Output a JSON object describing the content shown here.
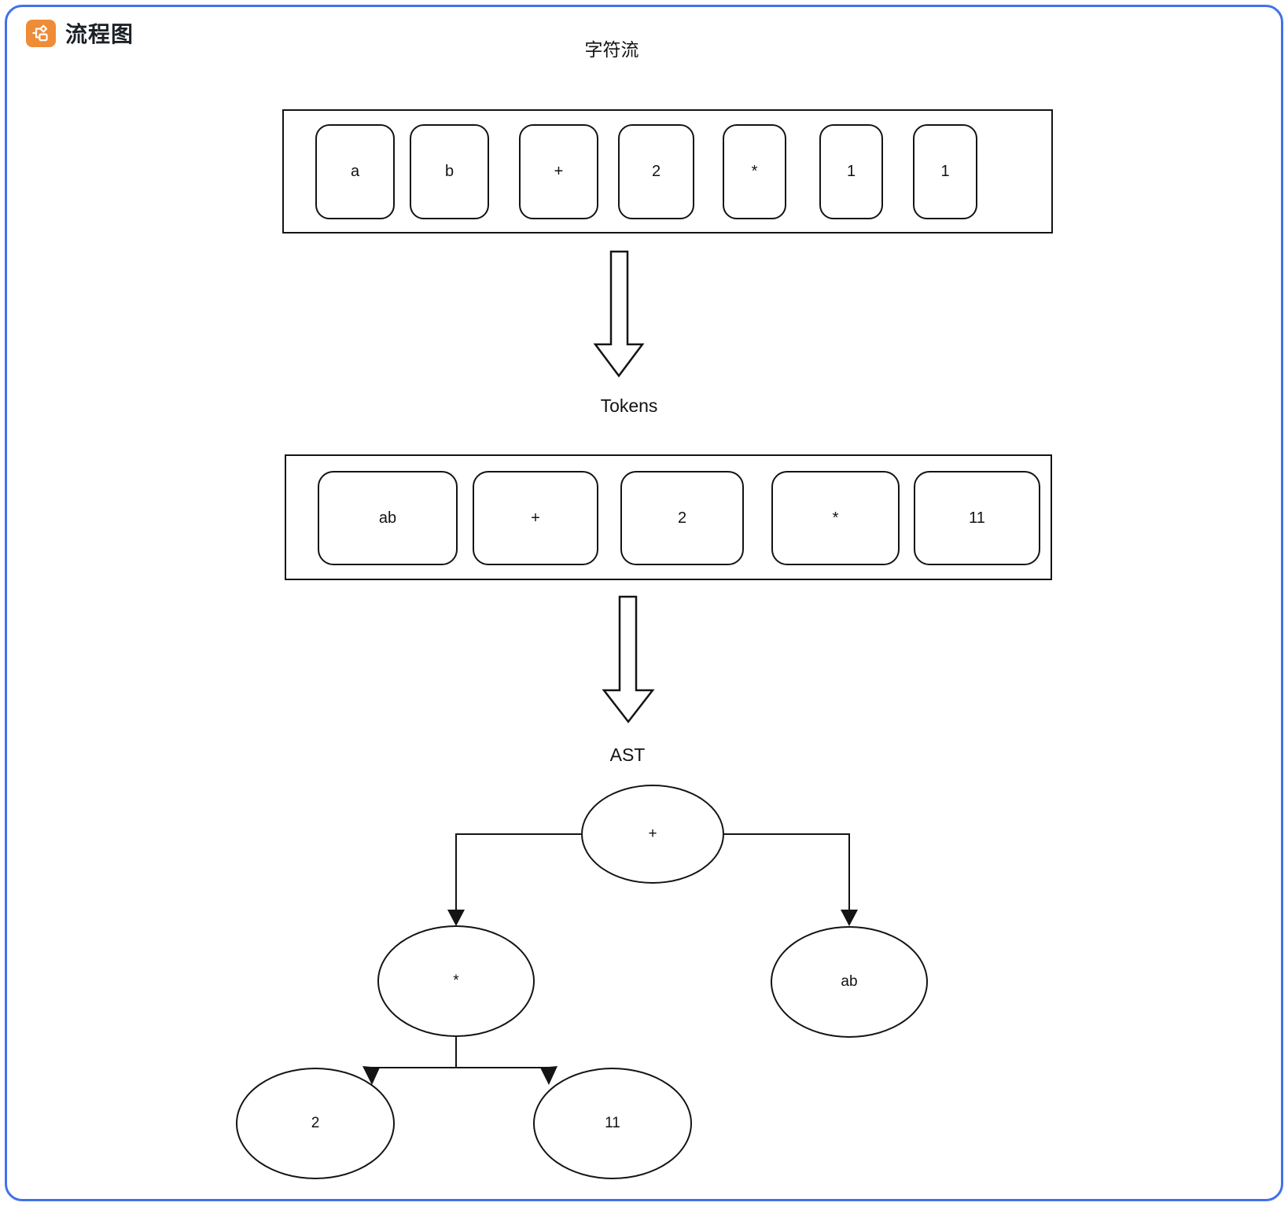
{
  "header": {
    "title": "流程图",
    "icon": "flowchart-icon"
  },
  "colors": {
    "panel_border": "#4271e8",
    "icon_bg": "#ee8c38",
    "stroke": "#141414"
  },
  "diagram": {
    "stream_title": "字符流",
    "char_stream": {
      "cells": [
        "a",
        "b",
        "+",
        "2",
        "*",
        "1",
        "1"
      ]
    },
    "tokens_label": "Tokens",
    "token_stream": {
      "cells": [
        "ab",
        "+",
        "2",
        "*",
        "11"
      ]
    },
    "ast_label": "AST",
    "ast": {
      "nodes": [
        {
          "id": "plus",
          "label": "+"
        },
        {
          "id": "mul",
          "label": "*"
        },
        {
          "id": "ab",
          "label": "ab"
        },
        {
          "id": "two",
          "label": "2"
        },
        {
          "id": "eleven",
          "label": "11"
        }
      ],
      "edges": [
        [
          "+",
          "*"
        ],
        [
          "+",
          "ab"
        ],
        [
          "*",
          "2"
        ],
        [
          "*",
          "11"
        ]
      ]
    }
  }
}
